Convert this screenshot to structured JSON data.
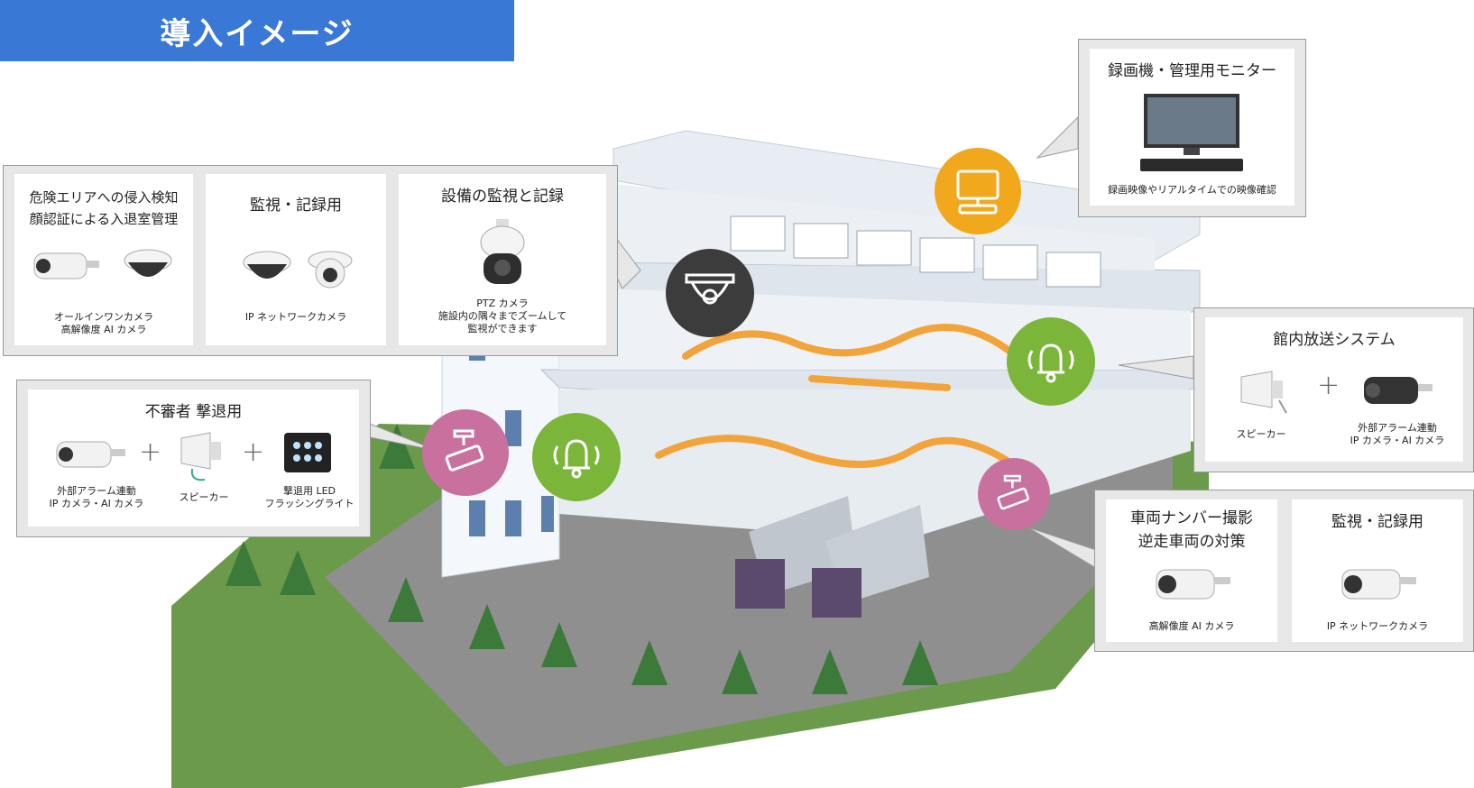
{
  "header": {
    "title": "導入イメージ"
  },
  "callouts": {
    "top_left": {
      "cards": [
        {
          "title_lines": [
            "危険エリアへの侵入検知",
            "顔認証による入退室管理"
          ],
          "caption_lines": [
            "オールインワンカメラ",
            "高解像度 AI カメラ"
          ]
        },
        {
          "title_lines": [
            "監視・記録用"
          ],
          "caption_lines": [
            "IP ネットワークカメラ"
          ]
        },
        {
          "title_lines": [
            "設備の監視と記録"
          ],
          "caption_lines": [
            "PTZ カメラ",
            "施設内の隅々までズームして",
            "監視ができます"
          ]
        }
      ]
    },
    "intruder": {
      "title": "不審者 撃退用",
      "items": [
        {
          "caption_lines": [
            "外部アラーム連動",
            "IP カメラ・AI カメラ"
          ]
        },
        {
          "caption_lines": [
            "スピーカー"
          ]
        },
        {
          "caption_lines": [
            "撃退用 LED",
            "フラッシングライト"
          ]
        }
      ],
      "plus": "+"
    },
    "recorder": {
      "title": "録画機・管理用モニター",
      "caption": "録画映像やリアルタイムでの映像確認"
    },
    "broadcast": {
      "title": "館内放送システム",
      "items": [
        {
          "caption_lines": [
            "スピーカー"
          ]
        },
        {
          "caption_lines": [
            "外部アラーム連動",
            "IP カメラ・AI カメラ"
          ]
        }
      ],
      "plus": "+"
    },
    "vehicle": {
      "cards": [
        {
          "title_lines": [
            "車両ナンバー撮影",
            "逆走車両の対策"
          ],
          "caption_lines": [
            "高解像度 AI カメラ"
          ]
        },
        {
          "title_lines": [
            "監視・記録用"
          ],
          "caption_lines": [
            "IP ネットワークカメラ"
          ]
        }
      ]
    }
  },
  "colors": {
    "title_bar": "#3a78d6",
    "monitor_icon": "#f2a81d",
    "dome_icon": "#3c3c3c",
    "alarm_icon": "#7bb53a",
    "camera_icon": "#c9719e",
    "conveyor": "#f2a33a",
    "grass": "#6a9a4a",
    "ground": "#8a8a8a"
  },
  "icons": [
    "monitor-icon",
    "dome-camera-icon",
    "alarm-bell-icon",
    "security-camera-icon"
  ]
}
